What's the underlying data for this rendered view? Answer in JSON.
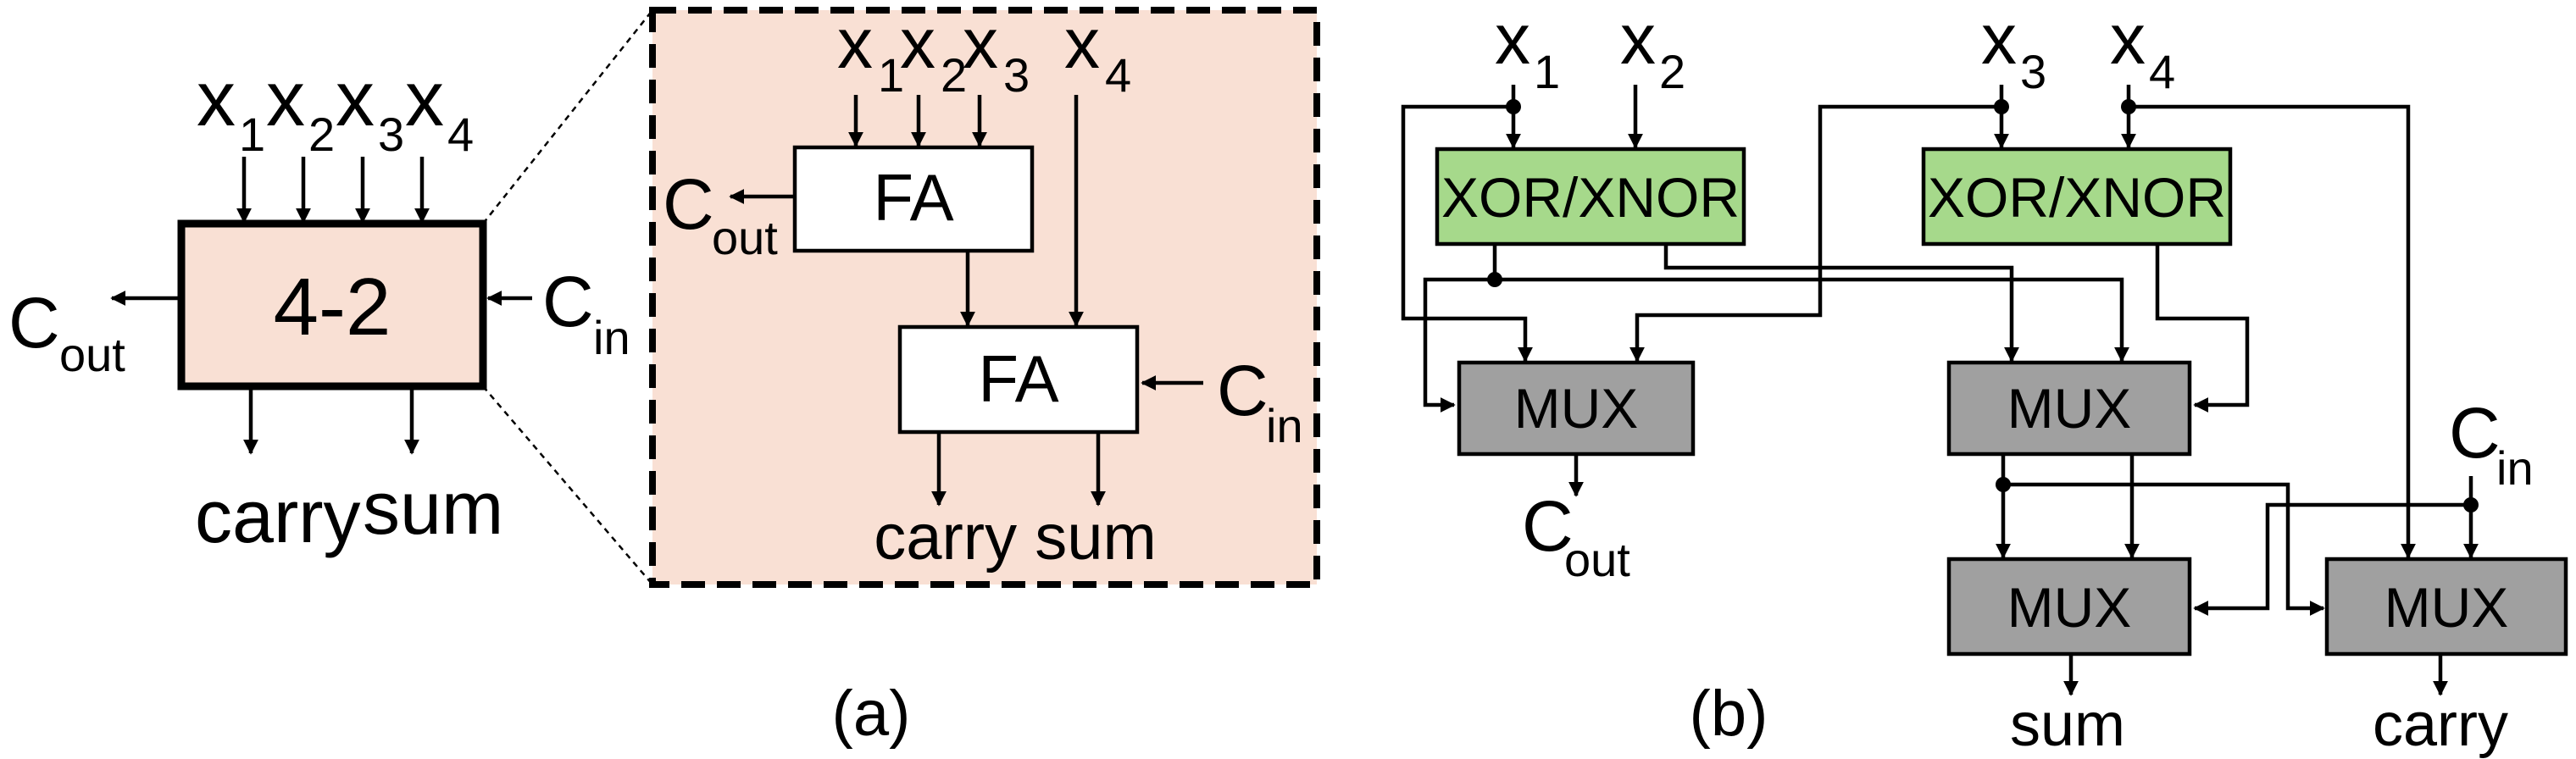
{
  "colors": {
    "block_fill": "#f9e0d4",
    "xor_fill": "#a6d98b",
    "mux_fill": "#a0a0a0",
    "line": "#000000"
  },
  "panel_a": {
    "block_label": "4-2",
    "inputs": [
      {
        "base": "x",
        "sub": "1"
      },
      {
        "base": "x",
        "sub": "2"
      },
      {
        "base": "x",
        "sub": "3"
      },
      {
        "base": "x",
        "sub": "4"
      }
    ],
    "cout": {
      "base": "C",
      "sub": "out"
    },
    "cin": {
      "base": "C",
      "sub": "in"
    },
    "outputs": [
      "carry",
      "sum"
    ],
    "zoom": {
      "fa_label": "FA",
      "outputs_text": "carry sum"
    },
    "caption": "(a)"
  },
  "panel_b": {
    "xor_label": "XOR/XNOR",
    "mux_label": "MUX",
    "outputs": [
      "sum",
      "carry"
    ],
    "caption": "(b)"
  }
}
